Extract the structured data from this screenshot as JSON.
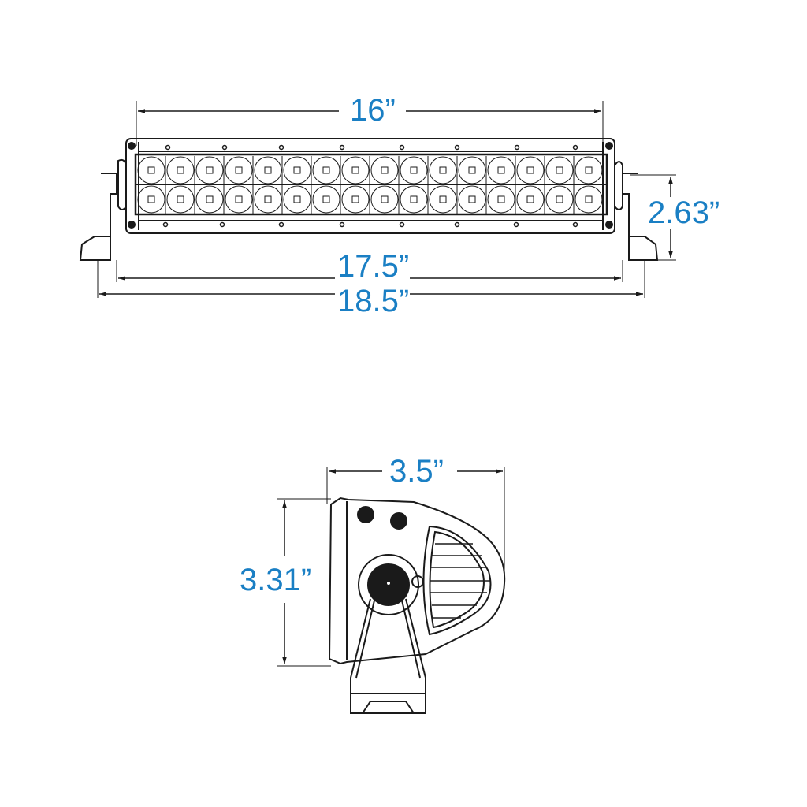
{
  "front_view": {
    "dimensions": {
      "lens_width": "16”",
      "bar_width": "17.5”",
      "overall_width": "18.5”",
      "height": "2.63”"
    },
    "led_rows": 2,
    "leds_per_row": 16
  },
  "side_view": {
    "dimensions": {
      "depth": "3.5”",
      "height": "3.31”"
    }
  },
  "colors": {
    "dimension_text": "#1a7fc4",
    "line": "#1a1a1a"
  }
}
